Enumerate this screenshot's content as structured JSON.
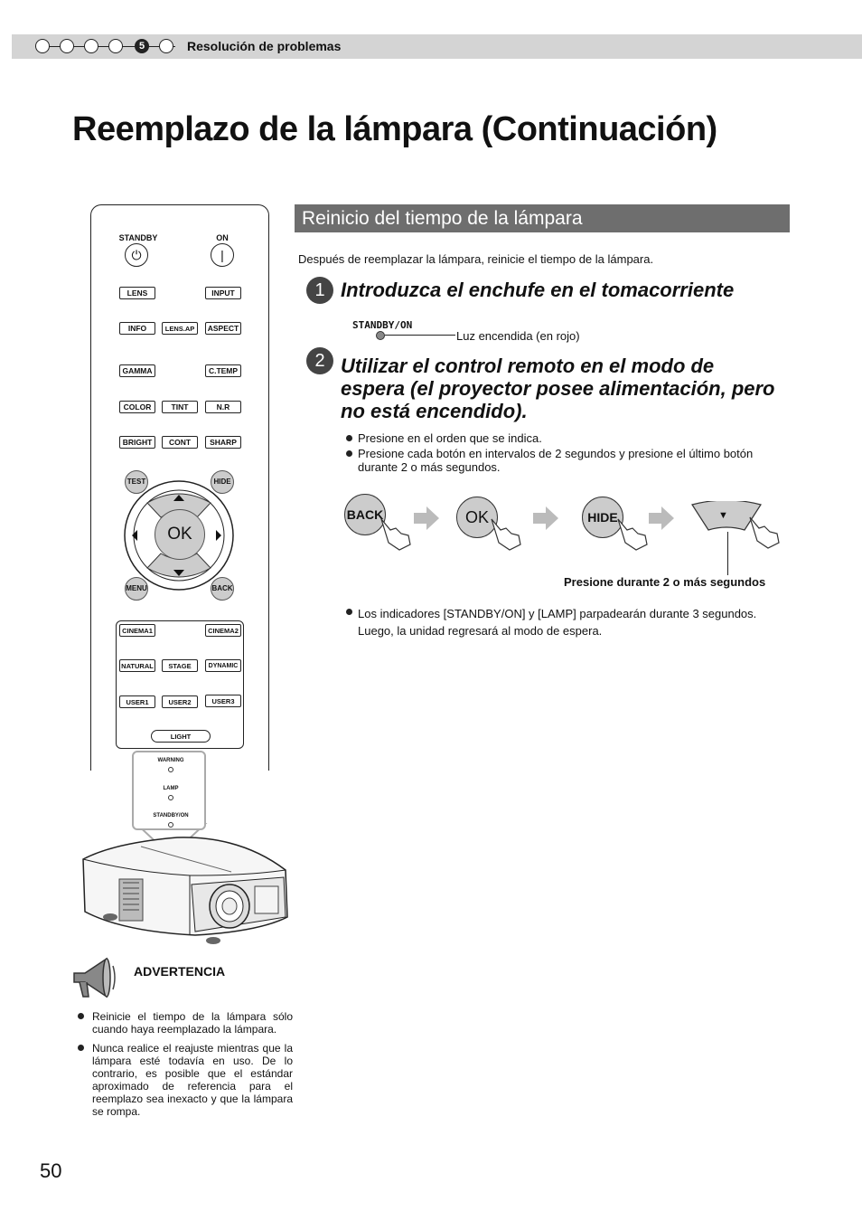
{
  "header": {
    "chapter_markers": [
      "",
      "",
      "",
      "",
      "5",
      ""
    ],
    "active_chapter": "5",
    "section": "Resolución de problemas"
  },
  "page_title": "Reemplazo de la lámpara (Continuación)",
  "subsection_title": "Reinicio del tiempo de la lámpara",
  "intro": "Después de reemplazar la lámpara, reinicie el tiempo de la lámpara.",
  "steps": [
    {
      "number": "1",
      "heading": "Introduzca el enchufe en el tomacorriente",
      "indicator_label": "STANDBY/ON",
      "indicator_caption": "Luz encendida (en rojo)"
    },
    {
      "number": "2",
      "heading": "Utilizar el control remoto en el modo de espera (el proyector posee alimentación, pero no está encendido).",
      "bullets": [
        "Presione en el orden que se indica.",
        "Presione cada botón en intervalos de 2 segundos y presione el último botón durante 2 o más segundos."
      ],
      "sequence": [
        "BACK",
        "OK",
        "HIDE",
        "▼"
      ],
      "hold_caption": "Presione durante 2 o más segundos",
      "after_bullet": "Los indicadores [STANDBY/ON] y [LAMP] parpadearán durante 3 segundos. Luego, la unidad regresará al modo de espera."
    }
  ],
  "remote": {
    "standby": "STANDBY",
    "on": "ON",
    "power_icon": "⏻",
    "on_icon": "|",
    "row1": [
      "LENS",
      "INPUT"
    ],
    "row2": [
      "INFO",
      "LENS.AP",
      "ASPECT"
    ],
    "row3": [
      "GAMMA",
      "C.TEMP"
    ],
    "row4": [
      "COLOR",
      "TINT",
      "N.R"
    ],
    "row5": [
      "BRIGHT",
      "CONT",
      "SHARP"
    ],
    "test": "TEST",
    "hide": "HIDE",
    "ok": "OK",
    "menu": "MENU",
    "back": "BACK",
    "modes1": [
      "CINEMA1",
      "CINEMA2"
    ],
    "modes2": [
      "NATURAL",
      "STAGE",
      "DYNAMIC"
    ],
    "modes3": [
      "USER1",
      "USER2",
      "USER3"
    ],
    "light": "LIGHT"
  },
  "indicators": [
    "WARNING",
    "LAMP",
    "STANDBY/ON"
  ],
  "warning": {
    "label": "ADVERTENCIA",
    "items": [
      "Reinicie el tiempo de la lámpara sólo cuando haya reemplazado la lámpara.",
      "Nunca realice el reajuste mientras que la lámpara esté todavía en uso. De lo contrario, es posible que el estándar aproximado de referencia para el reemplazo sea inexacto y que la lámpara se rompa."
    ]
  },
  "page_number": "50"
}
